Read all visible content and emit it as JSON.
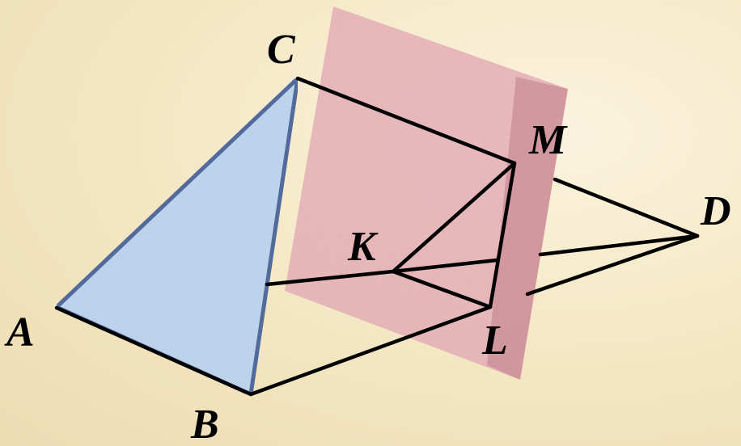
{
  "diagram": {
    "labels": {
      "A": "A",
      "B": "B",
      "C": "C",
      "D": "D",
      "K": "K",
      "L": "L",
      "M": "M"
    },
    "colors": {
      "background": "#f3e6c2",
      "plane": "#e8a9b4",
      "plane_shade": "#c77f8f",
      "triangle_fill": "#b9d3f0",
      "triangle_edge": "#3d5f99",
      "segments": "#000000"
    }
  }
}
